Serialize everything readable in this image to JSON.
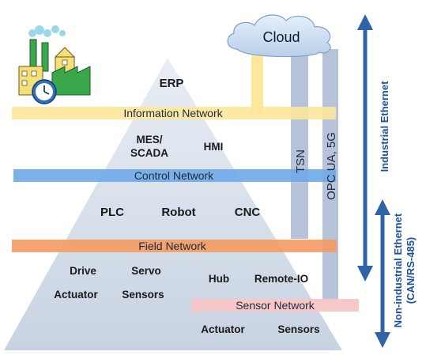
{
  "cloud": {
    "label": "Cloud"
  },
  "networks": {
    "information": "Information Network",
    "control": "Control Network",
    "field": "Field Network",
    "sensor": "Sensor Network"
  },
  "links": {
    "tsn": "TSN",
    "opc": "OPC UA, 5G"
  },
  "levels": {
    "erp": "ERP",
    "mes_line1": "MES/",
    "mes_line2": "SCADA",
    "hmi": "HMI",
    "plc": "PLC",
    "robot": "Robot",
    "cnc": "CNC",
    "drive": "Drive",
    "servo": "Servo",
    "hub": "Hub",
    "remote_io": "Remote-IO",
    "actuator_left": "Actuator",
    "sensors_left": "Sensors",
    "actuator_bottom": "Actuator",
    "sensors_bottom": "Sensors"
  },
  "side_labels": {
    "industrial_ethernet": "Industrial Ethernet",
    "non_industrial_line1": "Non-industrial Ethernet",
    "non_industrial_line2": "(CAN/RS-485)"
  },
  "colors": {
    "information_band": "#fde79a",
    "control_band": "#6fa8e8",
    "field_band": "#f59a62",
    "sensor_band": "#f8c6c6",
    "tsn_band": "#a9b8d2",
    "opc_band": "#a9b8d2",
    "arrow": "#2e63a8",
    "pyramid": "#dbe3ee"
  },
  "icons": [
    "factory-icon",
    "clock-icon",
    "cloud-icon"
  ]
}
